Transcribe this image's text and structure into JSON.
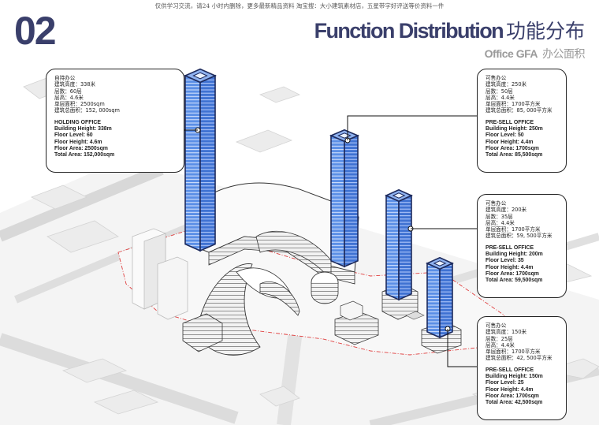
{
  "top_note": "仅供学习交流，请24 小时内删除，更多最新精品资料 淘宝搜：大小建筑素材店，五星带字好评送等价资料一件",
  "page_number": "02",
  "title": {
    "en": "Function Distribution",
    "cn": "功能分布"
  },
  "subtitle": {
    "en": "Office GFA",
    "cn": "办公面积"
  },
  "colors": {
    "tower": "#5b8fe6",
    "tower_edge": "#1d2a5c",
    "title": "#3a3f6b",
    "site_line": "#e04040"
  },
  "towers": [
    {
      "id": "holding",
      "cn_title": "自持办公",
      "cn_lines": [
        "建筑高度：338米",
        "层数：60层",
        "层高：4.6米",
        "单层面积：2500sqm",
        "建筑总面积：152, 000sqm"
      ],
      "en_title": "HOLDING OFFICE",
      "en_lines": [
        "Building Height: 338m",
        "Floor Level: 60",
        "Floor Height: 4.6m",
        "Floor Area: 2500sqm",
        "Total Area: 152,000sqm"
      ]
    },
    {
      "id": "presell-250",
      "cn_title": "可售办公",
      "cn_lines": [
        "建筑高度：250米",
        "层数：50层",
        "层高：4.4米",
        "单层面积：1700平方米",
        "建筑总面积：85, 000平方米"
      ],
      "en_title": "PRE-SELL OFFICE",
      "en_lines": [
        "Building Height: 250m",
        "Floor Level: 50",
        "Floor Height: 4.4m",
        "Floor Area: 1700sqm",
        "Total Area: 85,500sqm"
      ]
    },
    {
      "id": "presell-200",
      "cn_title": "可售办公",
      "cn_lines": [
        "建筑高度：200米",
        "层数：35层",
        "层高：4.4米",
        "单层面积：1700平方米",
        "建筑总面积：59, 500平方米"
      ],
      "en_title": "PRE-SELL OFFICE",
      "en_lines": [
        "Building Height: 200m",
        "Floor Level: 35",
        "Floor Height: 4.4m",
        "Floor Area: 1700sqm",
        "Total Area: 59,500sqm"
      ]
    },
    {
      "id": "presell-150",
      "cn_title": "可售办公",
      "cn_lines": [
        "建筑高度：150米",
        "层数：25层",
        "层高：4.4米",
        "单层面积：1700平方米",
        "建筑总面积：42, 500平方米"
      ],
      "en_title": "PRE-SELL OFFICE",
      "en_lines": [
        "Building Height: 150m",
        "Floor Level: 25",
        "Floor Height: 4.4m",
        "Floor Area: 1700sqm",
        "Total Area: 42,500sqm"
      ]
    }
  ]
}
